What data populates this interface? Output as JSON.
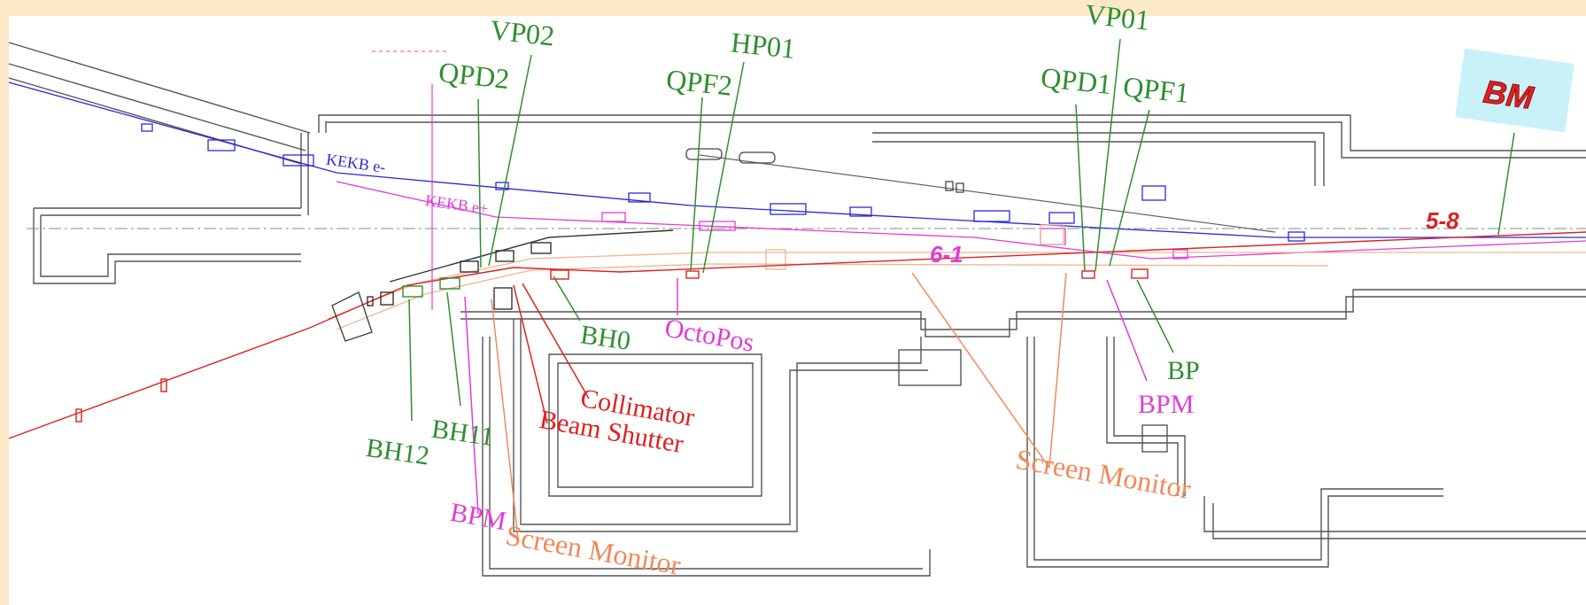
{
  "colors": {
    "background": "#fbe9c8",
    "green": "#2f8f2f",
    "magenta": "#e23cd6",
    "red": "#e02020",
    "orange": "#f08a5a",
    "blue": "#2a2ad8",
    "bm_box": "#c8f1f8"
  },
  "labels": {
    "vp02": "VP02",
    "hp01": "HP01",
    "vp01": "VP01",
    "qpd2": "QPD2",
    "qpf2": "QPF2",
    "qpd1": "QPD1",
    "qpf1": "QPF1",
    "bm": "BM",
    "kekb_eminus": "KEKB e-",
    "kekb_eplus": "KEKB e+",
    "dist_5_8": "5-8",
    "dist_6_1": "6-1",
    "bh0": "BH0",
    "octopos": "OctoPos",
    "collimator": "Collimator",
    "beam_shutter": "Beam Shutter",
    "bh11": "BH11",
    "bh12": "BH12",
    "bpm_left": "BPM",
    "screen_monitor_left": "Screen Monitor",
    "screen_monitor_right": "Screen Monitor",
    "bp": "BP",
    "bpm_right": "BPM"
  }
}
